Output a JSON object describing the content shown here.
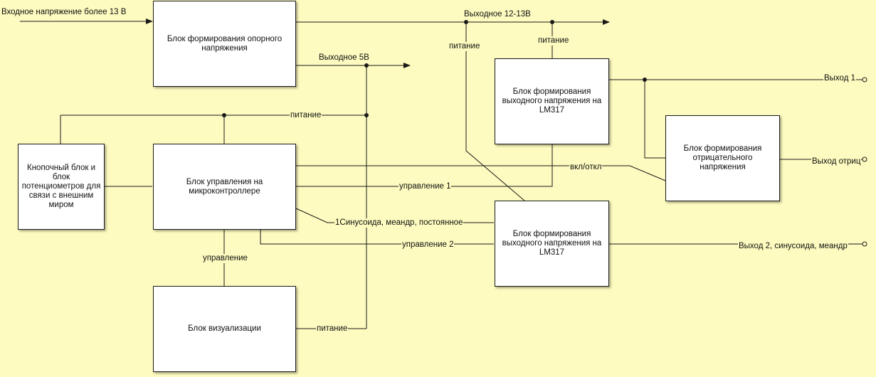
{
  "blocks": {
    "reference": "Блок формирования опорного напряжения",
    "output1": "Блок формирования выходного напряжения на LM317",
    "buttons": "Кнопочный блок и блок потенциометров для связи с внешним миром",
    "mcu": "Блок управления на микроконтроллере",
    "negative": "Блок формирования отрицательного напряжения",
    "output2": "Блок формирования выходного напряжения на LM317",
    "display": "Блок визуализации"
  },
  "labels": {
    "input": "Входное напряжение более 13 В",
    "out_12_13": "Выходное 12-13В",
    "out_5v": "Выходное 5В",
    "power_left": "питание",
    "power_right": "питание",
    "power_bus": "питание",
    "power_display": "питание",
    "exit1": "Выход 1",
    "exit_neg": "Выход отриц",
    "on_off": "вкл/откл",
    "control1": "управление 1",
    "signal": "1Синусоида, меандр, постоянное",
    "control2": "управление 2",
    "exit2": "Выход 2, синусоида, меандр",
    "control": "управление"
  },
  "colors": {
    "background": "#fdfbbf",
    "line": "#1a1a1a",
    "block": "#ffffff"
  }
}
